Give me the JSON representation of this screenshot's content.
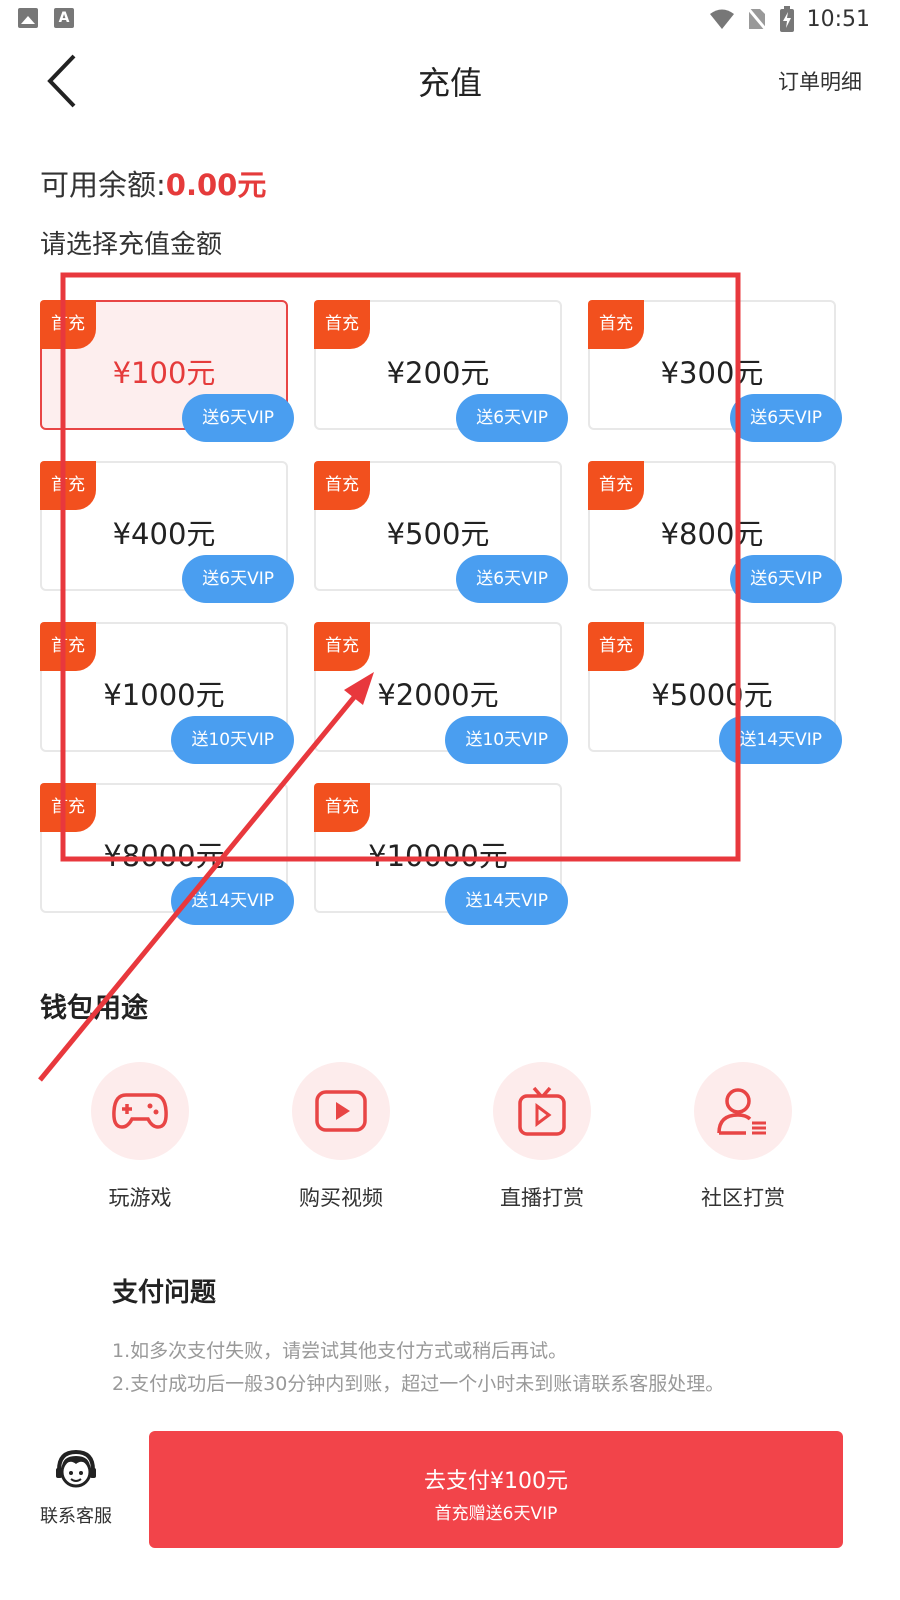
{
  "status_bar": {
    "time": "10:51"
  },
  "header": {
    "title": "充值",
    "orders_label": "订单明细"
  },
  "balance": {
    "label": "可用余额:",
    "amount": "0.00元"
  },
  "choose_label": "请选择充值金额",
  "packages": [
    {
      "tag": "首充",
      "price": "¥100元",
      "bonus": "送6天VIP",
      "selected": true
    },
    {
      "tag": "首充",
      "price": "¥200元",
      "bonus": "送6天VIP"
    },
    {
      "tag": "首充",
      "price": "¥300元",
      "bonus": "送6天VIP"
    },
    {
      "tag": "首充",
      "price": "¥400元",
      "bonus": "送6天VIP"
    },
    {
      "tag": "首充",
      "price": "¥500元",
      "bonus": "送6天VIP"
    },
    {
      "tag": "首充",
      "price": "¥800元",
      "bonus": "送6天VIP"
    },
    {
      "tag": "首充",
      "price": "¥1000元",
      "bonus": "送10天VIP"
    },
    {
      "tag": "首充",
      "price": "¥2000元",
      "bonus": "送10天VIP"
    },
    {
      "tag": "首充",
      "price": "¥5000元",
      "bonus": "送14天VIP"
    },
    {
      "tag": "首充",
      "price": "¥8000元",
      "bonus": "送14天VIP"
    },
    {
      "tag": "首充",
      "price": "¥10000元",
      "bonus": "送14天VIP"
    }
  ],
  "wallet": {
    "title": "钱包用途",
    "uses": [
      {
        "label": "玩游戏",
        "icon": "gamepad-icon"
      },
      {
        "label": "购买视频",
        "icon": "play-video-icon"
      },
      {
        "label": "直播打赏",
        "icon": "tv-live-icon"
      },
      {
        "label": "社区打赏",
        "icon": "community-user-icon"
      }
    ]
  },
  "payment_issues": {
    "title": "支付问题",
    "lines": [
      "1.如多次支付失败，请尝试其他支付方式或稍后再试。",
      "2.支付成功后一般30分钟内到账，超过一个小时未到账请联系客服处理。"
    ]
  },
  "footer": {
    "support_label": "联系客服",
    "pay_label": "去支付¥100元",
    "pay_sub": "首充赠送6天VIP"
  },
  "colors": {
    "accent": "#f2444a",
    "tag": "#f2501e",
    "vip": "#4a9ef0",
    "annotation": "#e8383d"
  }
}
